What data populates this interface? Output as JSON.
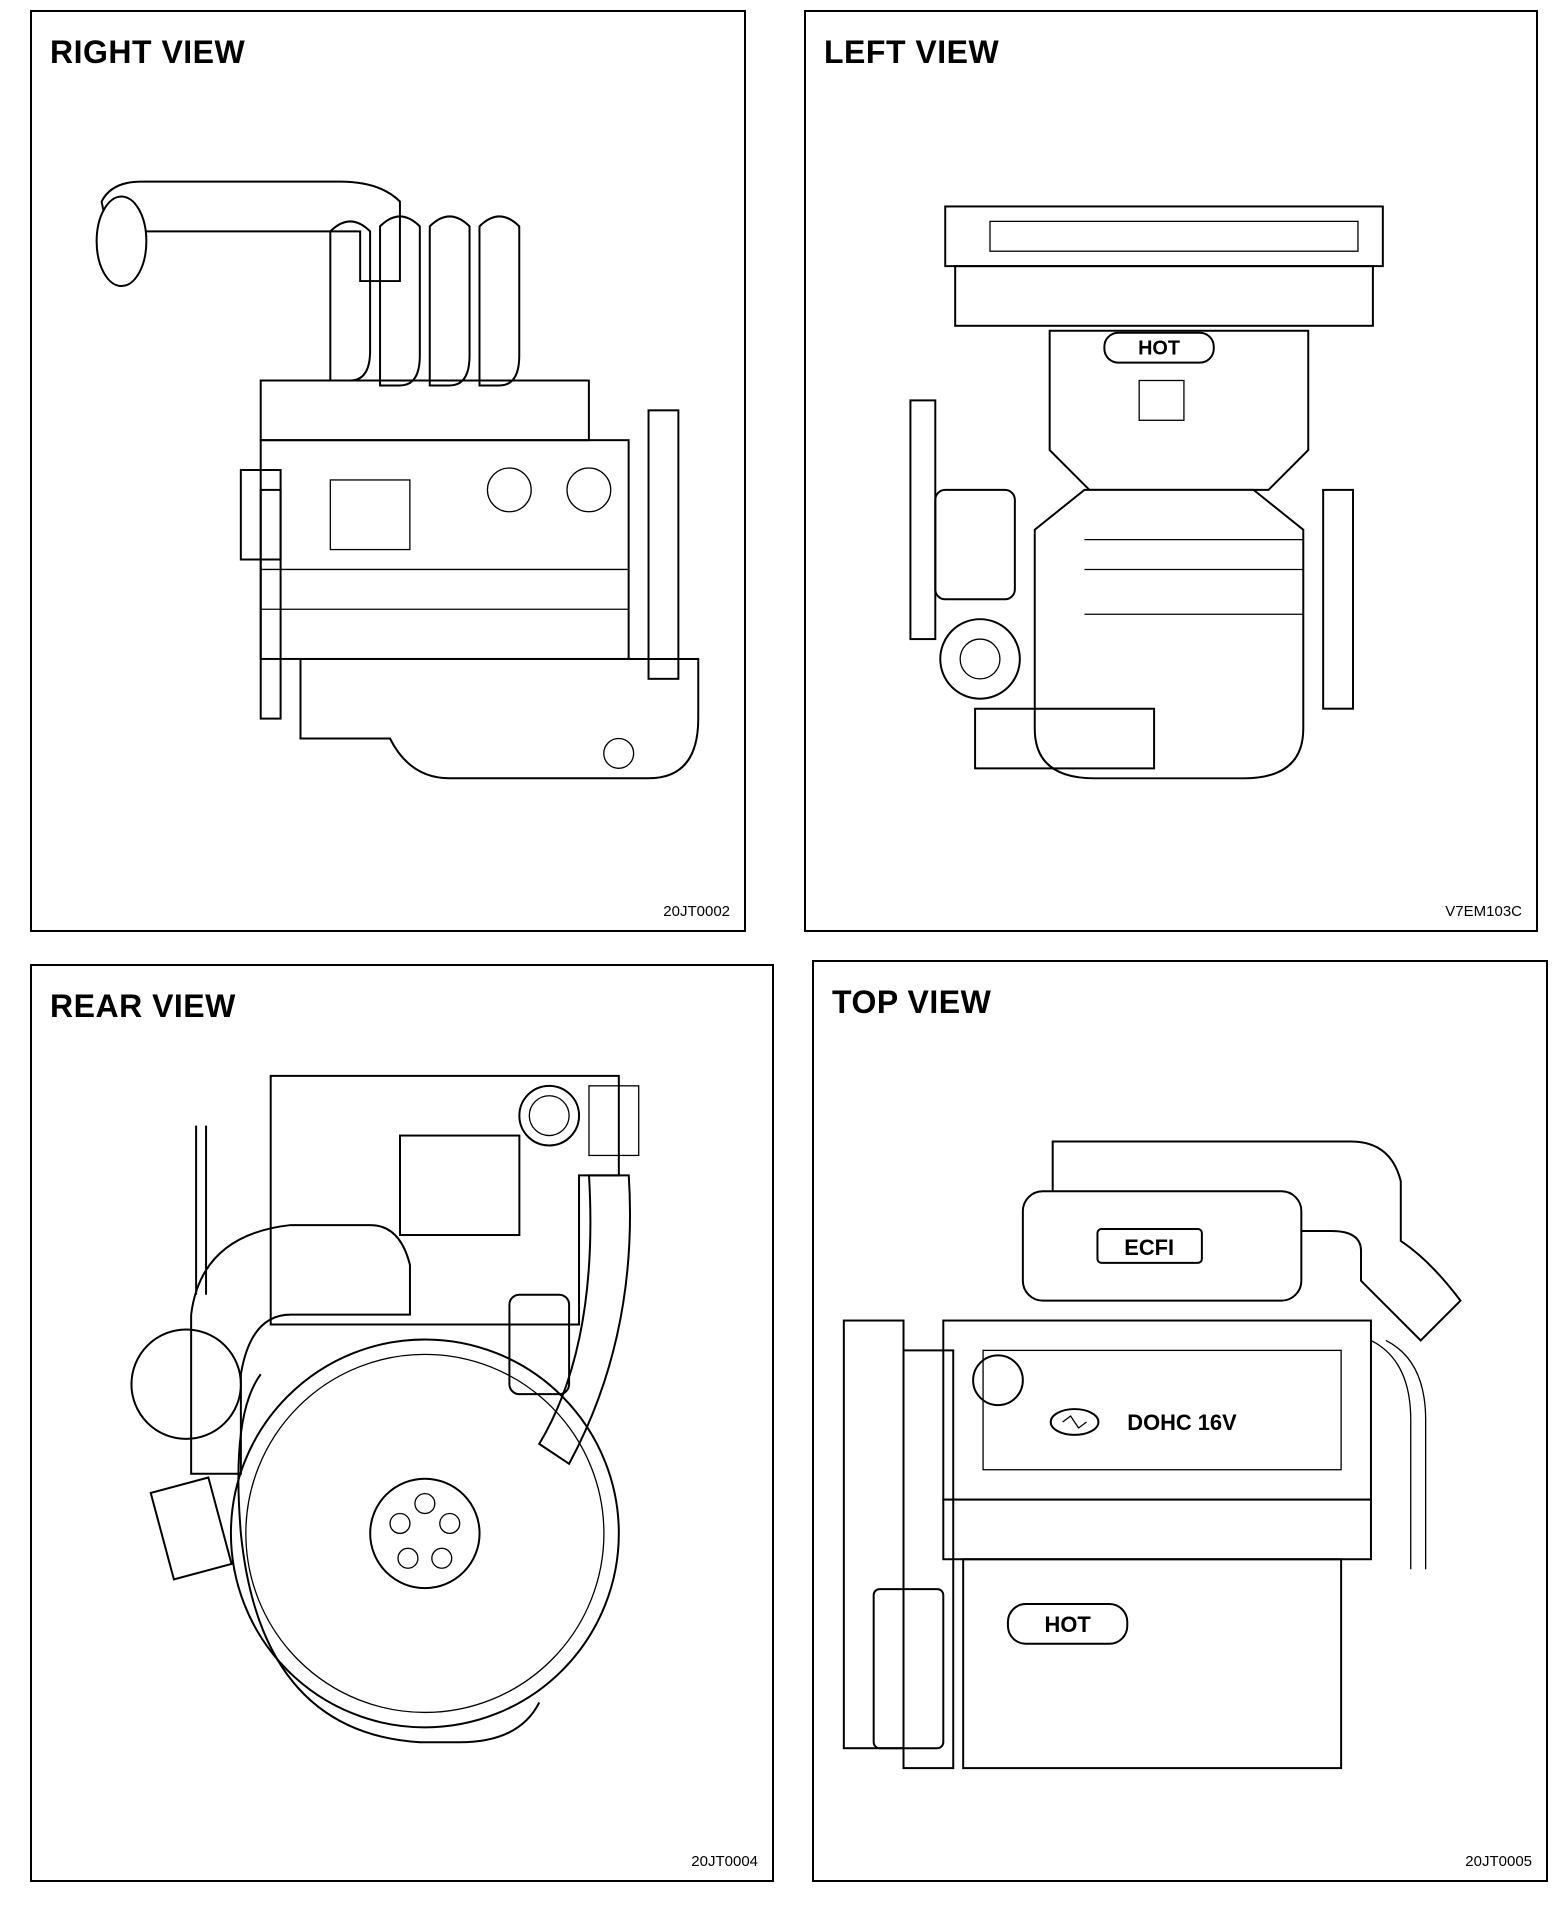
{
  "panels": [
    {
      "title": "RIGHT VIEW",
      "code": "20JT0002"
    },
    {
      "title": "LEFT VIEW",
      "code": "V7EM103C"
    },
    {
      "title": "REAR VIEW",
      "code": "20JT0004"
    },
    {
      "title": "TOP VIEW",
      "code": "20JT0005"
    }
  ],
  "labels": {
    "hot": "HOT",
    "ecfi": "ECFI",
    "dohc": "DOHC 16V"
  },
  "icons": [
    "engine-right-illustration",
    "engine-left-illustration",
    "engine-rear-illustration",
    "engine-top-illustration",
    "hyundai-logo-icon"
  ]
}
